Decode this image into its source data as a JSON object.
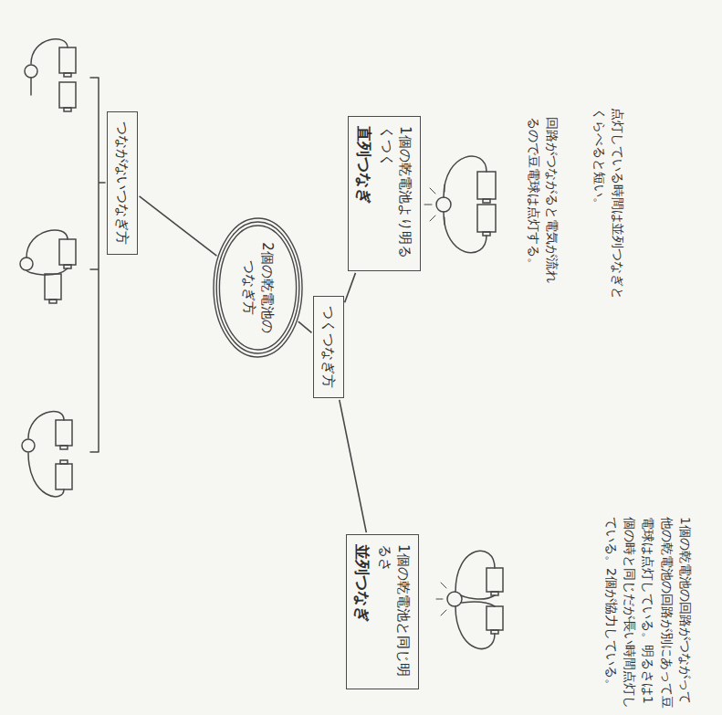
{
  "diagram": {
    "nodes": [
      {
        "text": [
          "2個の乾電池のつなぎ方"
        ]
      },
      {
        "text": [
          "つながないつなぎ方"
        ]
      },
      {
        "text": [
          "つくつなぎ方"
        ]
      },
      {
        "text": [
          "1個の乾電池より明るくつく",
          "直列つなぎ"
        ]
      },
      {
        "text": [
          "1個の乾電池と同じ明るさ",
          "並列つなぎ"
        ]
      }
    ],
    "edges": [
      {
        "from": 0,
        "to": 1,
        "arrow": "none"
      },
      {
        "from": 0,
        "to": 2,
        "arrow": "none"
      },
      {
        "from": 2,
        "to": 3,
        "arrow": "none"
      },
      {
        "from": 2,
        "to": 4,
        "arrow": "none"
      }
    ],
    "labels": [
      "回路がつながると電気が流れるので豆電球は点灯する。",
      "点灯している時間は並列つなぎとくらべると短い。",
      "1個の乾電池の回路がつながって他の乾電池の回路が別にあって豆電球は点灯している。明るさは1個の時と同じだが長い時間点灯している。2個が協力している。"
    ]
  }
}
